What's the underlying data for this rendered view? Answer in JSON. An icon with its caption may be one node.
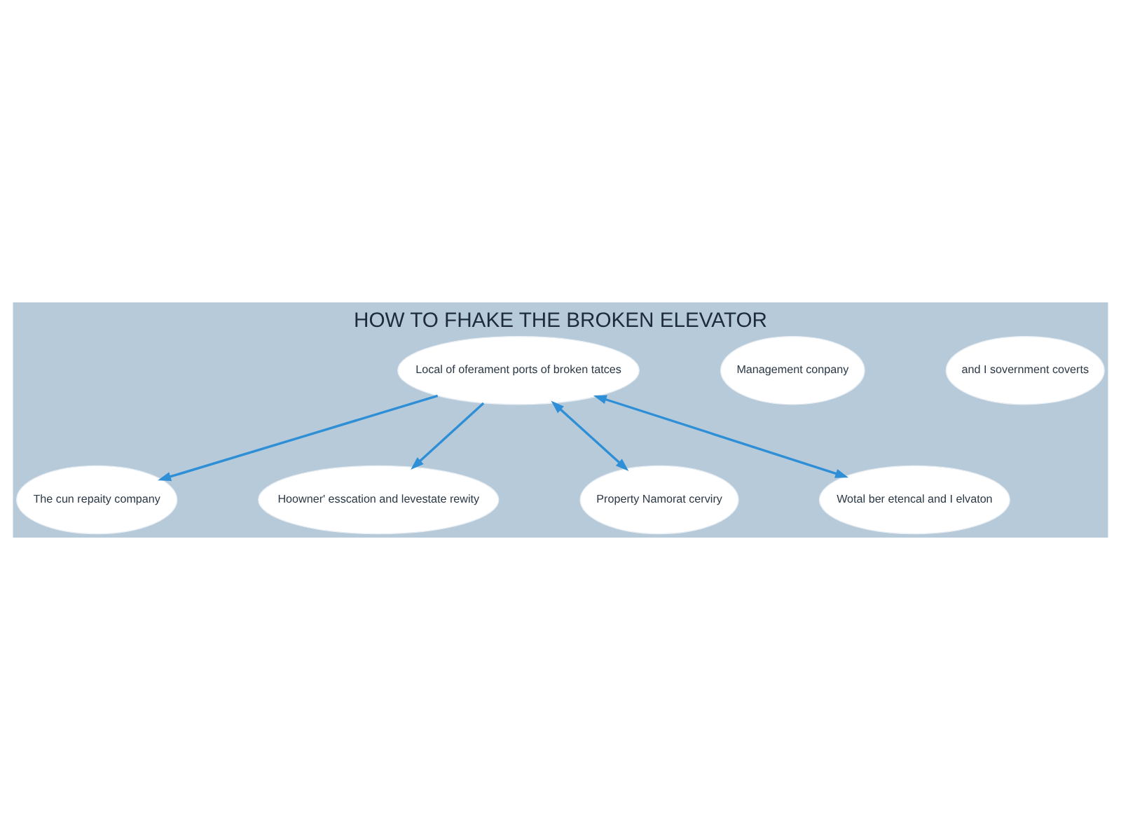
{
  "diagram": {
    "title": "HOW TO FHAKE THE BROKEN ELEVATOR",
    "nodes": [
      {
        "text": [
          "The cun repaity company"
        ]
      },
      {
        "text": [
          "Hoowner' esscation and levestate rewity"
        ]
      },
      {
        "text": [
          "Management conpany"
        ]
      },
      {
        "text": [
          "Local of oferament ports of broken tatces"
        ]
      },
      {
        "text": [
          "and I sovernment coverts"
        ]
      },
      {
        "text": [
          "Property Namorat cerviry"
        ]
      },
      {
        "text": [
          "Wotal ber etencal and I elvaton"
        ]
      }
    ],
    "edges": [
      {
        "from": 3,
        "to": 0,
        "arrow": "to"
      },
      {
        "from": 3,
        "to": 1,
        "arrow": "to"
      },
      {
        "from": 3,
        "to": 5,
        "arrow": "both"
      },
      {
        "from": 3,
        "to": 6,
        "arrow": "both"
      }
    ]
  }
}
